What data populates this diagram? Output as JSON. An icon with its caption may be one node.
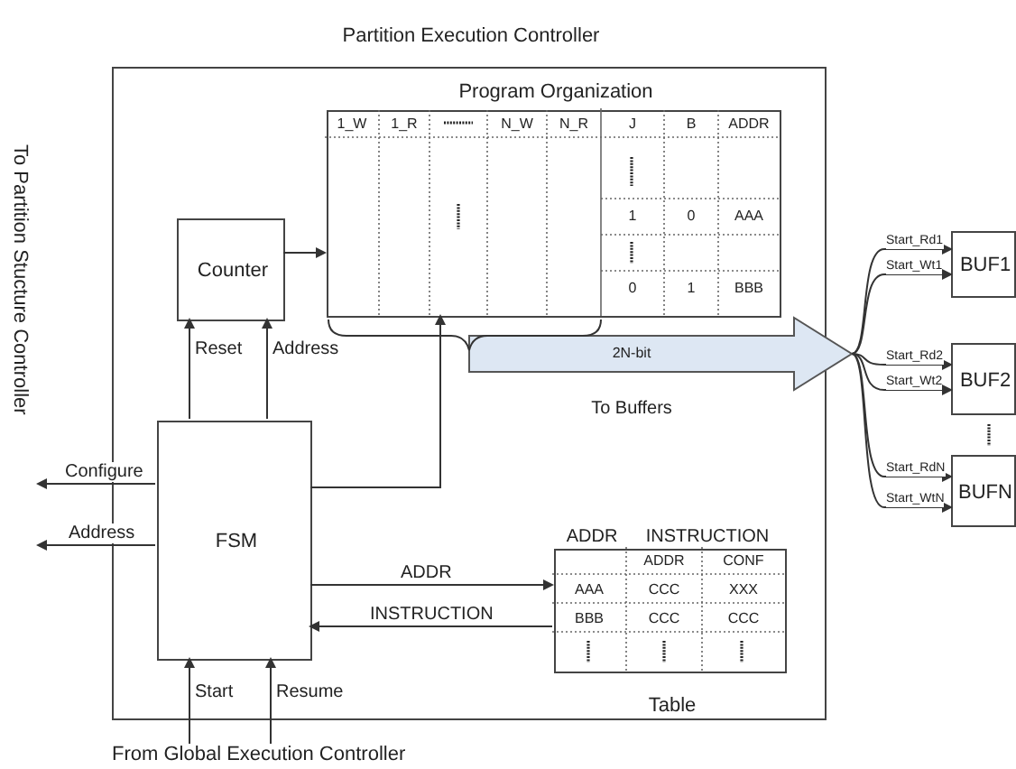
{
  "diagram": {
    "nodes": [
      {
        "text": [
          "Partition Execution Controller"
        ]
      },
      {
        "text": [
          "Program Organization"
        ],
        "in": 0
      },
      {
        "text": [
          "Counter"
        ],
        "in": 0
      },
      {
        "text": [
          "FSM"
        ],
        "in": 0
      },
      {
        "text": [
          "Table"
        ],
        "beside": [
          "ADDR",
          "INSTRUCTION"
        ],
        "in": 0
      },
      {
        "text": [
          "2N-bit"
        ],
        "beside": [
          "To Buffers"
        ]
      },
      {
        "text": [
          "BUF1"
        ]
      },
      {
        "text": [
          "BUF2"
        ]
      },
      {
        "text": [
          "BUFN"
        ]
      },
      {
        "text": [
          "To Partition Stucture Controller"
        ]
      },
      {
        "text": [
          "From Global Execution Controller"
        ]
      }
    ],
    "edges": [
      {
        "from": 2,
        "to": 1,
        "arrow": "to"
      },
      {
        "from": 3,
        "to": 2,
        "label": "Reset",
        "arrow": "to"
      },
      {
        "from": 3,
        "to": 2,
        "label": "Address",
        "arrow": "to"
      },
      {
        "from": 3,
        "to": 9,
        "label": "Configure",
        "arrow": "to"
      },
      {
        "from": 3,
        "to": 9,
        "label": "Address",
        "arrow": "to"
      },
      {
        "from": 3,
        "to": 4,
        "label": "ADDR",
        "arrow": "to"
      },
      {
        "from": 4,
        "to": 3,
        "label": "INSTRUCTION",
        "arrow": "to"
      },
      {
        "from": 3,
        "to": 1,
        "arrow": "to"
      },
      {
        "from": 10,
        "to": 3,
        "label": "Start",
        "arrow": "to"
      },
      {
        "from": 10,
        "to": 3,
        "label": "Resume",
        "arrow": "to"
      },
      {
        "from": 5,
        "to": 6,
        "label": "Start_Rd1",
        "arrow": "to"
      },
      {
        "from": 5,
        "to": 6,
        "label": "Start_Wt1",
        "arrow": "to"
      },
      {
        "from": 5,
        "to": 7,
        "label": "Start_Rd2",
        "arrow": "to"
      },
      {
        "from": 5,
        "to": 7,
        "label": "Start_Wt2",
        "arrow": "to"
      },
      {
        "from": 5,
        "to": 8,
        "label": "Start_RdN",
        "arrow": "to"
      },
      {
        "from": 5,
        "to": 8,
        "label": "Start_WtN",
        "arrow": "to"
      }
    ],
    "labels": [
      "1_W",
      "1_R",
      "N_W",
      "N_R",
      "J",
      "B",
      "ADDR",
      "1",
      "0",
      "AAA",
      "0",
      "1",
      "BBB",
      "ADDR",
      "CONF",
      "AAA",
      "CCC",
      "XXX",
      "BBB",
      "CCC",
      "CCC"
    ]
  }
}
